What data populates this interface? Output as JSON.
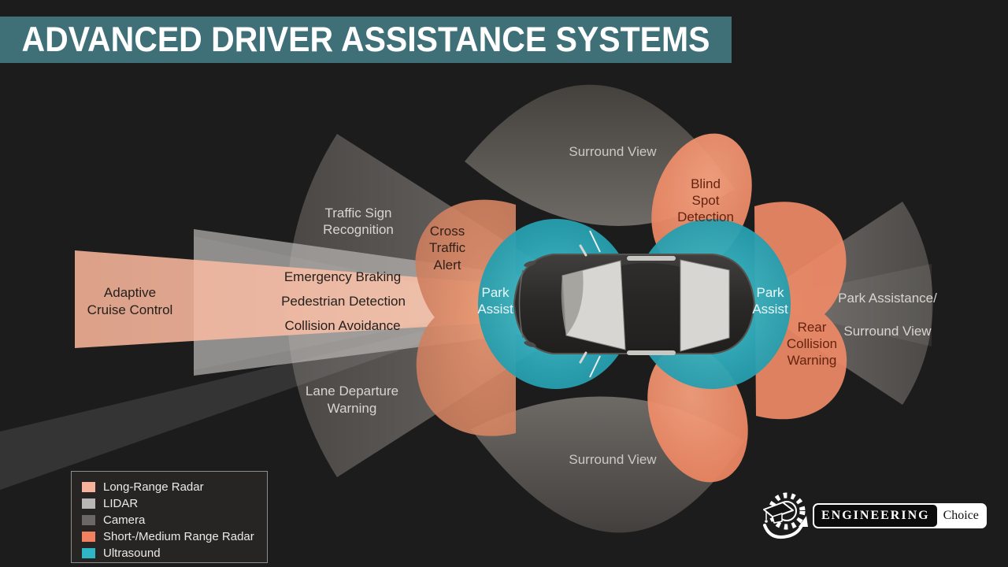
{
  "title_banner": {
    "text": "ADVANCED DRIVER ASSISTANCE SYSTEMS"
  },
  "labels": {
    "adaptive_cruise": [
      "Adaptive",
      "Cruise Control"
    ],
    "traffic_sign": [
      "Traffic Sign",
      "Recognition"
    ],
    "emergency_braking": "Emergency Braking",
    "pedestrian_detection": "Pedestrian Detection",
    "collision_avoidance": "Collision Avoidance",
    "lane_departure": [
      "Lane Departure",
      "Warning"
    ],
    "cross_traffic": [
      "Cross",
      "Traffic",
      "Alert"
    ],
    "park_assist_front": [
      "Park",
      "Assist"
    ],
    "park_assist_rear": [
      "Park",
      "Assist"
    ],
    "surround_view_top": "Surround View",
    "surround_view_bottom": "Surround View",
    "blind_spot": [
      "Blind",
      "Spot",
      "Detection"
    ],
    "rear_collision": [
      "Rear",
      "Collision",
      "Warning"
    ],
    "park_assistance_right": [
      "Park Assistance/",
      "Surround View"
    ]
  },
  "legend": {
    "items": [
      {
        "label": "Long-Range Radar",
        "color": "#f6b29a"
      },
      {
        "label": "LIDAR",
        "color": "#b9b7b5"
      },
      {
        "label": "Camera",
        "color": "#6b6764"
      },
      {
        "label": "Short-/Medium Range Radar",
        "color": "#f28162"
      },
      {
        "label": "Ultrasound",
        "color": "#2fb6c6"
      }
    ]
  },
  "logo": {
    "brand": "ENGINEERING",
    "suffix": "Choice"
  },
  "colors": {
    "banner": "#3f7077",
    "background": "#1d1c1c",
    "long_range_radar": "#f6b29a",
    "lidar": "#b9b7b5",
    "camera": "#6b6764",
    "short_medium_radar": "#f28162",
    "ultrasound": "#2fb6c6"
  }
}
